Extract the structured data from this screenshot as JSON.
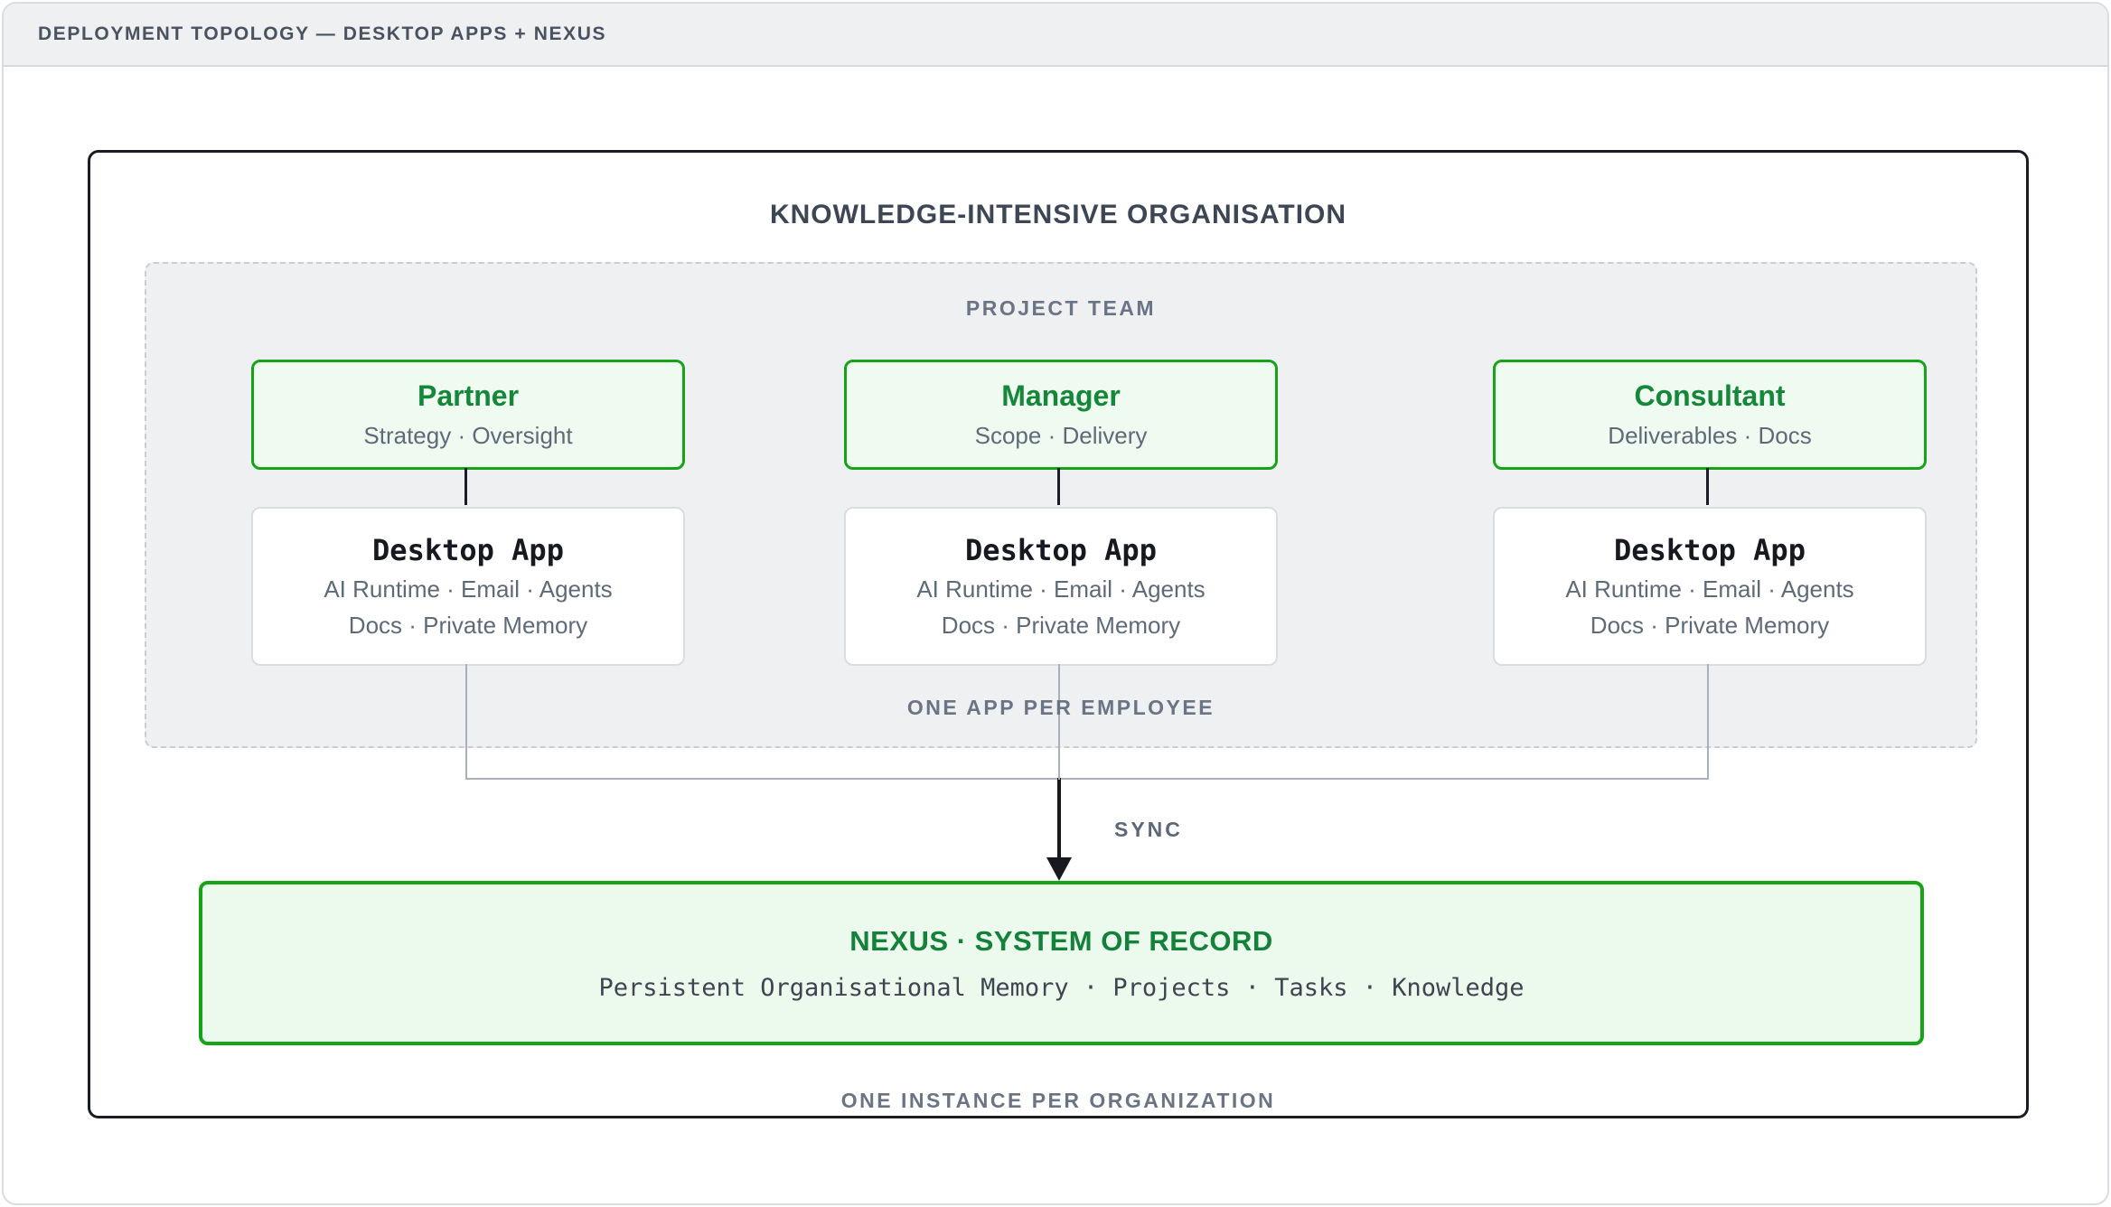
{
  "header": {
    "title": "DEPLOYMENT TOPOLOGY — DESKTOP APPS + NEXUS"
  },
  "organisation": {
    "title": "KNOWLEDGE-INTENSIVE ORGANISATION",
    "project_team": {
      "label": "PROJECT TEAM",
      "note": "ONE APP PER EMPLOYEE",
      "members": [
        {
          "role": "Partner",
          "focus": "Strategy · Oversight",
          "app": {
            "title": "Desktop App",
            "line1": "AI Runtime · Email · Agents",
            "line2": "Docs · Private Memory"
          }
        },
        {
          "role": "Manager",
          "focus": "Scope · Delivery",
          "app": {
            "title": "Desktop App",
            "line1": "AI Runtime · Email · Agents",
            "line2": "Docs · Private Memory"
          }
        },
        {
          "role": "Consultant",
          "focus": "Deliverables · Docs",
          "app": {
            "title": "Desktop App",
            "line1": "AI Runtime · Email · Agents",
            "line2": "Docs · Private Memory"
          }
        }
      ]
    },
    "sync_label": "SYNC",
    "nexus": {
      "title": "NEXUS · SYSTEM OF RECORD",
      "subtitle": "Persistent Organisational Memory · Projects · Tasks · Knowledge"
    },
    "note": "ONE INSTANCE PER ORGANIZATION"
  },
  "colors": {
    "accent_green_border": "#16a318",
    "green_card_fill": "#effbf0",
    "green_title_text": "#15873a",
    "nexus_fill": "#ecfaee",
    "nexus_title_text": "#14813a",
    "muted_label_text": "#6a7484",
    "subtitle_text": "#5f6a79",
    "connector_gray": "#a9b0ba",
    "ink_black": "#17191e",
    "header_bar_fill": "#eef0f2",
    "dashed_zone_fill": "#eef0f2"
  }
}
